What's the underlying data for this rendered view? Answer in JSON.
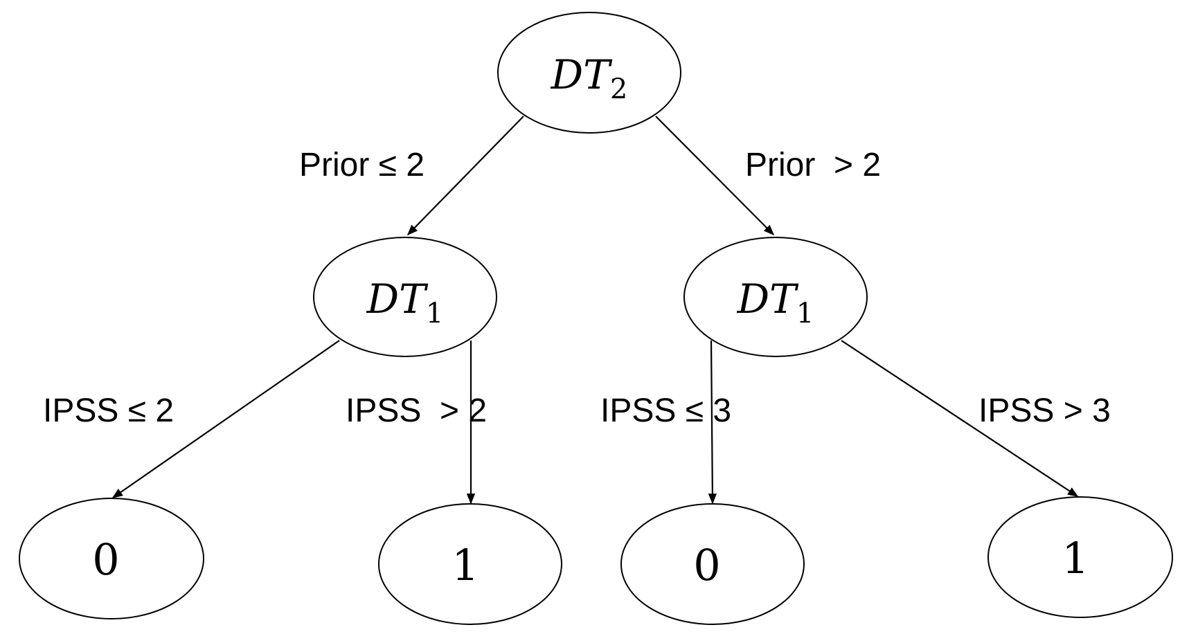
{
  "nodes": {
    "root": {
      "main": "DT",
      "sub": "2"
    },
    "left": {
      "main": "DT",
      "sub": "1"
    },
    "right": {
      "main": "DT",
      "sub": "1"
    },
    "leaf_1": {
      "label": "0"
    },
    "leaf_2": {
      "label": "1"
    },
    "leaf_3": {
      "label": "0"
    },
    "leaf_4": {
      "label": "1"
    }
  },
  "edges": {
    "root_left": "Prior ≤ 2",
    "root_right": "Prior  > 2",
    "left_leaf1": "IPSS ≤ 2",
    "left_leaf2": "IPSS  > 2",
    "right_leaf3": "IPSS ≤ 3",
    "right_leaf4": "IPSS > 3"
  }
}
